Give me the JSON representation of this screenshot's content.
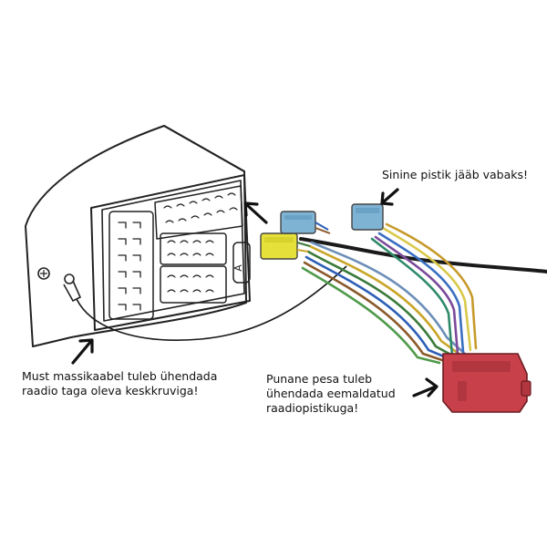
{
  "labels": {
    "blue_plug": "Sinine pistik jääb vabaks!",
    "ground_cable_line1": "Must massikaabel tuleb ühendada",
    "ground_cable_line2": "raadio taga oleva keskkruviga!",
    "red_socket_line1": "Punane pesa tuleb",
    "red_socket_line2": "ühendada eemaldatud",
    "red_socket_line3": "raadiopistikuga!"
  },
  "radio_slot_letter": "A",
  "colors": {
    "blue_connector": "#7fb3d4",
    "yellow_connector": "#e6e03a",
    "red_socket": "#c8414a",
    "cable": "#1a1a1a",
    "outline": "#222222"
  }
}
